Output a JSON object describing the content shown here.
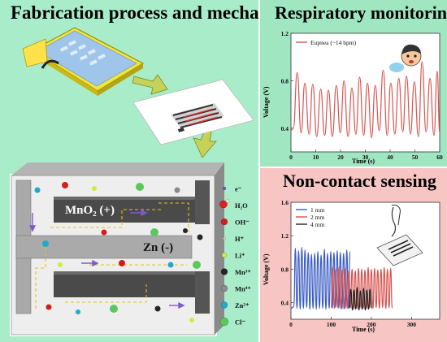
{
  "panels": {
    "fabrication": {
      "title": "Fabrication process and mechanism"
    },
    "respiratory": {
      "title": "Respiratory monitoring"
    },
    "noncontact": {
      "title": "Non-contact sensing"
    }
  },
  "device": {
    "cathode_label": "MnO₂ (+)",
    "anode_label": "Zn (-)"
  },
  "species_legend": [
    {
      "label": "e⁻",
      "color": "#6b5cc8",
      "marker": "small-dot"
    },
    {
      "label": "H₂O",
      "color": "#e02020",
      "marker": "molecule"
    },
    {
      "label": "OH⁻",
      "color": "#d41e1e",
      "marker": "ball"
    },
    {
      "label": "H⁺",
      "color": "#dddddd",
      "marker": "tiny-dot"
    },
    {
      "label": "Li⁺",
      "color": "#c8f03c",
      "marker": "small-ball"
    },
    {
      "label": "Mn³⁺",
      "color": "#262626",
      "marker": "ball"
    },
    {
      "label": "Mn⁴⁺",
      "color": "#8a8a8a",
      "marker": "ball"
    },
    {
      "label": "Zn²⁺",
      "color": "#23a8c7",
      "marker": "ball"
    },
    {
      "label": "Cl⁻",
      "color": "#5ac85a",
      "marker": "big-ball"
    }
  ],
  "chart_data": [
    {
      "type": "line",
      "xlabel": "Time (s)",
      "ylabel": "Voltage (V)",
      "xlim": [
        0,
        60
      ],
      "ylim": [
        0.2,
        1.2
      ],
      "xticks": [
        "0",
        "10",
        "20",
        "30",
        "40",
        "50",
        "60"
      ],
      "yticks": [
        "0.4",
        "0.8",
        "1.2"
      ],
      "legend_position": "top-left",
      "series": [
        {
          "name": "Eupnea (~14 bpm)",
          "color": "#d9534f",
          "x": [
            0,
            1.0,
            2.5,
            4.1,
            5.6,
            7.3,
            8.8,
            10.4,
            12.0,
            13.6,
            15.1,
            16.7,
            18.3,
            19.9,
            21.4,
            23.0,
            24.6,
            26.2,
            27.7,
            29.3,
            30.9,
            32.5,
            34.0,
            35.6,
            37.2,
            38.8,
            40.3,
            41.9,
            43.5,
            45.1,
            46.6,
            48.2,
            49.8,
            51.4,
            52.9,
            54.5,
            56.1,
            57.7,
            59.0,
            60
          ],
          "y": [
            0.38,
            0.4,
            0.87,
            0.36,
            0.78,
            0.35,
            0.77,
            0.33,
            0.73,
            0.34,
            0.72,
            0.33,
            0.76,
            0.36,
            0.8,
            0.33,
            0.74,
            0.35,
            0.83,
            0.34,
            0.78,
            0.32,
            0.76,
            0.38,
            0.89,
            0.34,
            0.78,
            0.35,
            0.82,
            0.37,
            0.84,
            0.35,
            0.79,
            0.33,
            0.96,
            0.37,
            0.82,
            0.34,
            0.88,
            0.36
          ]
        }
      ]
    },
    {
      "type": "line",
      "xlabel": "Time (s)",
      "ylabel": "Voltage (V)",
      "xlim": [
        0,
        370
      ],
      "ylim": [
        0.2,
        1.6
      ],
      "xticks": [
        "0",
        "100",
        "200",
        "300"
      ],
      "yticks": [
        "0.4",
        "0.8",
        "1.2",
        "1.6"
      ],
      "legend_position": "top-left",
      "series": [
        {
          "name": "1 mm",
          "color": "#3b5cc4",
          "x": [
            0,
            7,
            11,
            15,
            19,
            23,
            27,
            31,
            35,
            39,
            43,
            47,
            51,
            55,
            59,
            63,
            67,
            71,
            75,
            79,
            83,
            87,
            91,
            95,
            99,
            103,
            107,
            111,
            115,
            119,
            123,
            127,
            131,
            135,
            139,
            143,
            147
          ],
          "y": [
            0.33,
            0.35,
            1.05,
            0.33,
            1.02,
            0.32,
            1.06,
            0.33,
            1.03,
            0.34,
            1.0,
            0.32,
            0.98,
            0.33,
            0.99,
            0.32,
            1.01,
            0.33,
            0.97,
            0.33,
            1.04,
            0.32,
            0.99,
            0.33,
            1.01,
            0.33,
            1.0,
            0.34,
            1.02,
            0.33,
            1.0,
            0.32,
            0.99,
            0.33,
            1.03,
            0.33,
            1.01
          ]
        },
        {
          "name": "2 mm",
          "color": "#d9534f",
          "x": [
            100,
            104,
            108,
            112,
            116,
            120,
            124,
            128,
            132,
            136,
            140,
            144,
            148,
            152,
            156,
            160,
            164,
            168,
            172,
            176,
            180,
            184,
            188,
            192,
            196,
            200,
            204,
            208,
            212,
            216,
            220,
            224,
            228,
            232,
            236,
            240,
            244,
            248,
            252
          ],
          "y": [
            0.34,
            0.82,
            0.33,
            0.8,
            0.34,
            0.83,
            0.33,
            0.79,
            0.32,
            0.81,
            0.33,
            0.78,
            0.34,
            0.8,
            0.33,
            0.78,
            0.33,
            0.81,
            0.34,
            0.8,
            0.33,
            0.79,
            0.33,
            0.82,
            0.34,
            0.8,
            0.33,
            0.81,
            0.34,
            0.79,
            0.33,
            0.8,
            0.34,
            0.82,
            0.33,
            0.8,
            0.34,
            0.81,
            0.33
          ]
        },
        {
          "name": "4 mm",
          "color": "#222222",
          "x": [
            145,
            149,
            153,
            157,
            161,
            165,
            169,
            173,
            177,
            181,
            185,
            189,
            193,
            197,
            201
          ],
          "y": [
            0.33,
            0.56,
            0.31,
            0.55,
            0.32,
            0.58,
            0.31,
            0.54,
            0.32,
            0.57,
            0.31,
            0.55,
            0.32,
            0.56,
            0.33
          ]
        }
      ]
    }
  ]
}
